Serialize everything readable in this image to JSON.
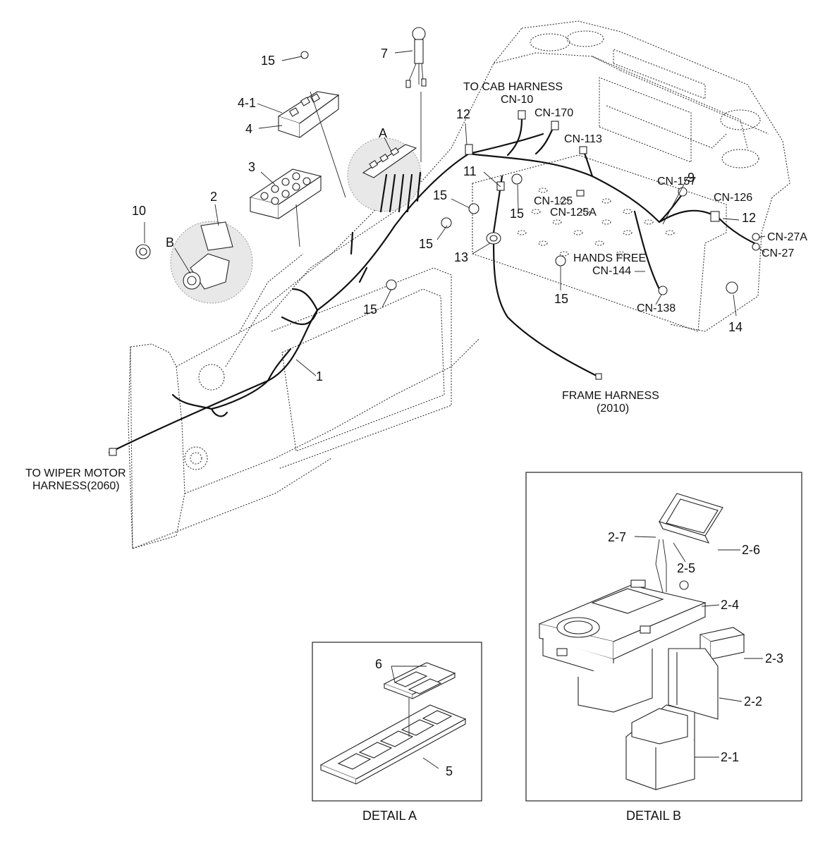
{
  "callouts": {
    "c1": "1",
    "c2": "2",
    "c3": "3",
    "c4": "4",
    "c4_1": "4-1",
    "c5": "5",
    "c6": "6",
    "c7": "7",
    "c9": "9",
    "c10": "10",
    "c11": "11",
    "c12a": "12",
    "c12b": "12",
    "c13": "13",
    "c14": "14",
    "c15a": "15",
    "c15b": "15",
    "c15c": "15",
    "c15d": "15",
    "c15e": "15",
    "c15f": "15",
    "c2_1": "2-1",
    "c2_2": "2-2",
    "c2_3": "2-3",
    "c2_4": "2-4",
    "c2_5": "2-5",
    "c2_6": "2-6",
    "c2_7": "2-7",
    "letterA": "A",
    "letterB": "B"
  },
  "connectors": {
    "cab_harness_line1": "TO CAB HARNESS",
    "cab_harness_line2": "CN-10",
    "cn170": "CN-170",
    "cn113": "CN-113",
    "cn157": "CN-157",
    "cn126": "CN-126",
    "cn125": "CN-125",
    "cn125a": "CN-125A",
    "cn27a": "CN-27A",
    "cn27": "CN-27",
    "hands_free_line1": "HANDS FREE",
    "hands_free_line2": "CN-144",
    "cn138": "CN-138",
    "frame_harness_line1": "FRAME HARNESS",
    "frame_harness_line2": "(2010)",
    "wiper_line1": "TO WIPER MOTOR",
    "wiper_line2": "HARNESS(2060)"
  },
  "details": {
    "detail_a": "DETAIL  A",
    "detail_b": "DETAIL B"
  }
}
